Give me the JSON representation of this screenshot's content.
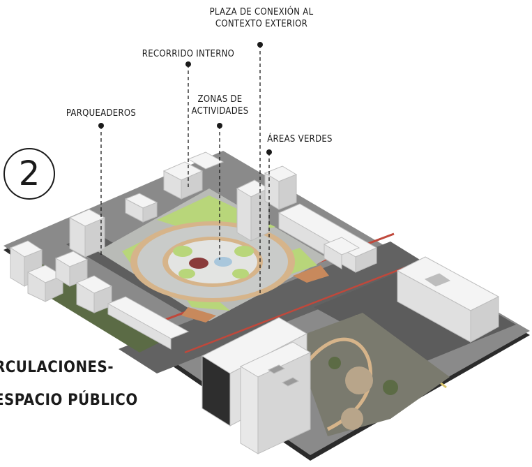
{
  "badge_number": "2",
  "title_line1": "RCULACIONES-",
  "title_line2": "ESPACIO PÚBLICO",
  "labels": {
    "plaza_line1": "PLAZA DE CONEXIÓN AL",
    "plaza_line2": "CONTEXTO EXTERIOR",
    "recorrido": "RECORRIDO INTERNO",
    "zonas_line1": "ZONAS DE",
    "zonas_line2": "ACTIVIDADES",
    "parqueaderos": "PARQUEADEROS",
    "areas_verdes": "ÁREAS VERDES"
  },
  "colors": {
    "ground": "#7d7d7d",
    "plinth": "#2b2b2b",
    "road": "#5a5a5a",
    "green": "#b8d67a",
    "path_tan": "#d6b48a",
    "plaza_grey": "#c9cbc9",
    "building": "#f4f4f4",
    "terracotta": "#c8895c",
    "red_path": "#c0483b"
  }
}
